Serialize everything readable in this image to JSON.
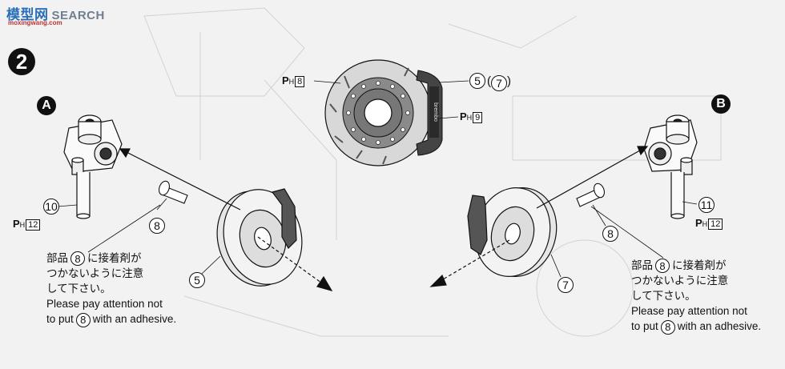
{
  "watermark": {
    "cn": "模型网",
    "en": "SEARCH",
    "url": "moxingwang.com"
  },
  "step": "2",
  "views": {
    "a": "A",
    "b": "B"
  },
  "parts": {
    "left_knuckle": "10",
    "left_bolt": "8",
    "left_disc": "5",
    "right_knuckle": "11",
    "right_bolt": "8",
    "right_disc": "7",
    "center_disc": "5",
    "center_alt": "7",
    "ph_prefix": "P",
    "ph_sub": "H",
    "ph_center_top": "8",
    "ph_center_right": "9",
    "ph_left": "12",
    "ph_right": "12"
  },
  "caliper_text": "brembo",
  "notes": {
    "left": {
      "jp1_a": "部品",
      "jp1_num": "8",
      "jp1_b": "に接着剤が",
      "jp2": "つかないように注意",
      "jp3": "して下さい。",
      "en1": "Please pay attention not",
      "en2_a": "to put",
      "en2_num": "8",
      "en2_b": "with an adhesive."
    },
    "right": {
      "jp1_a": "部品",
      "jp1_num": "8",
      "jp1_b": "に接着剤が",
      "jp2": "つかないように注意",
      "jp3": "して下さい。",
      "en1": "Please pay attention not",
      "en2_a": "to put",
      "en2_num": "8",
      "en2_b": "with an adhesive."
    }
  }
}
